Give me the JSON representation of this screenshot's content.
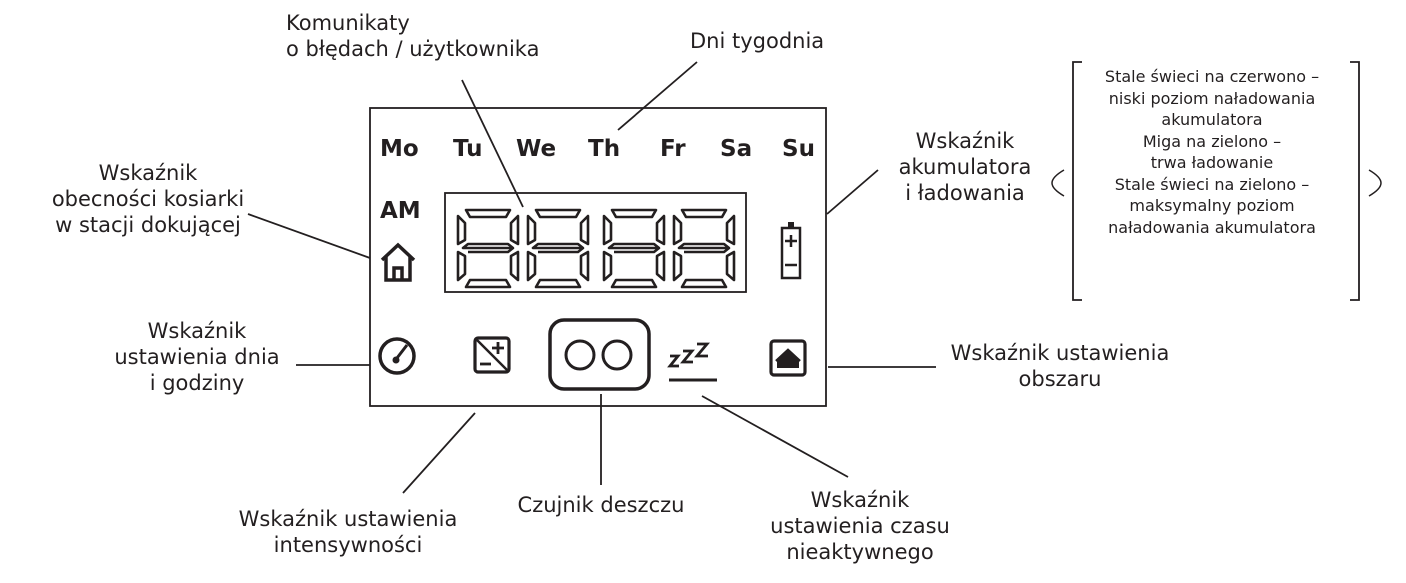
{
  "days": [
    "Mo",
    "Tu",
    "We",
    "Th",
    "Fr",
    "Sa",
    "Su"
  ],
  "am_label": "AM",
  "labels": {
    "error_messages": [
      "Komunikaty",
      "o błędach / użytkownika"
    ],
    "weekdays": [
      "Dni tygodnia"
    ],
    "dock_presence": [
      "Wskaźnik",
      "obecności kosiarki",
      "w stacji dokującej"
    ],
    "battery": [
      "Wskaźnik",
      "akumulatora",
      "i ładowania"
    ],
    "date_time": [
      "Wskaźnik",
      "ustawienia dnia",
      "i godziny"
    ],
    "intensity": [
      "Wskaźnik ustawienia",
      "intensywności"
    ],
    "rain_sensor": [
      "Czujnik deszczu"
    ],
    "inactive_time": [
      "Wskaźnik",
      "ustawienia czasu",
      "nieaktywnego"
    ],
    "area_setting": [
      "Wskaźnik ustawienia",
      "obszaru"
    ]
  },
  "battery_note": [
    "Stale świeci na czerwono –",
    "niski poziom naładowania",
    "akumulatora",
    "Miga na zielono –",
    "trwa ładowanie",
    "Stale świeci na zielono –",
    "maksymalny poziom",
    "naładowania akumulatora"
  ],
  "icons": [
    "home-icon",
    "battery-icon",
    "clock-dial-icon",
    "intensity-plus-minus-icon",
    "rain-sensor-icon",
    "sleep-zzz-icon",
    "area-home-icon"
  ],
  "colors": {
    "ink": "#231f20",
    "background": "#ffffff"
  }
}
